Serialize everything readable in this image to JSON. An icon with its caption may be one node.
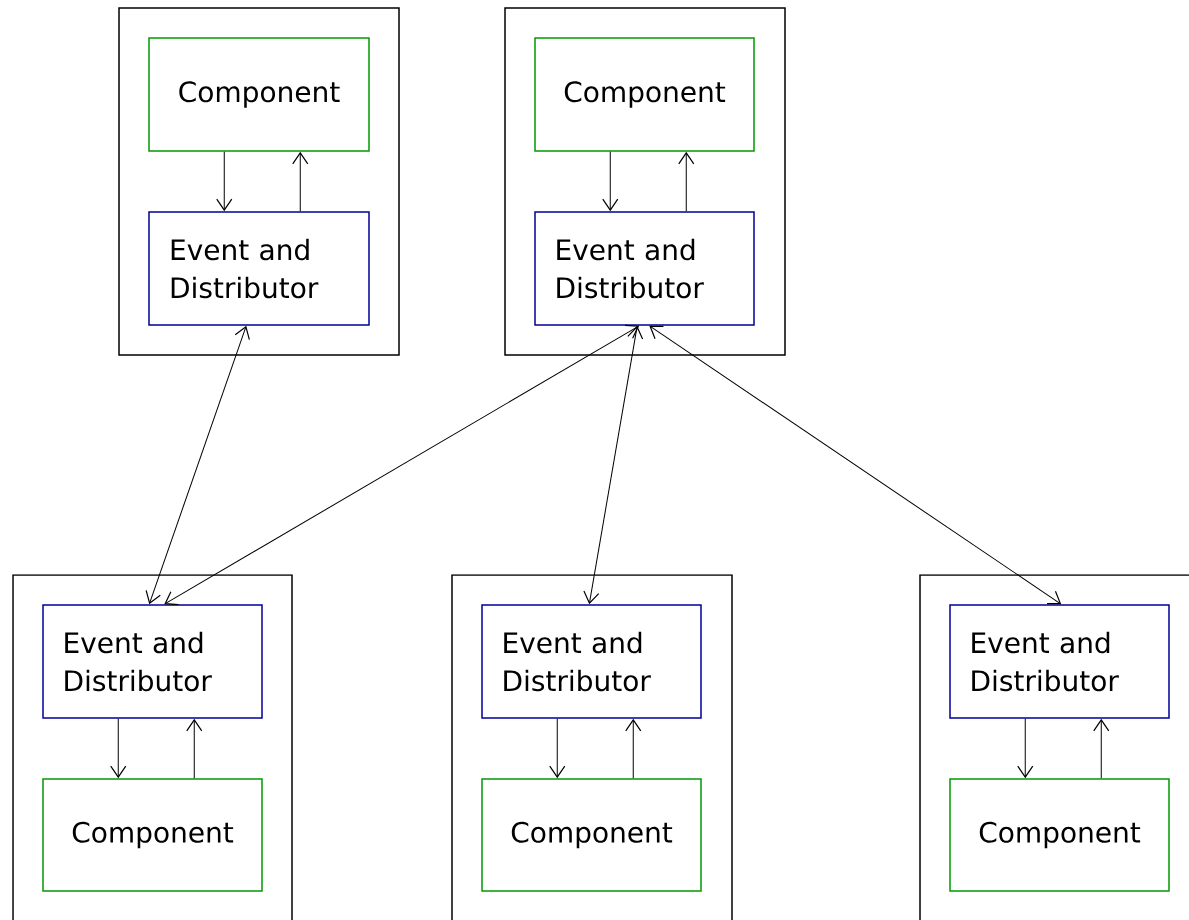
{
  "diagram": {
    "nodes": [
      {
        "text": [],
        "shape": "box"
      },
      {
        "text": [
          "Component"
        ],
        "in": 0
      },
      {
        "text": [
          "Event and Distributor"
        ],
        "in": 0
      },
      {
        "text": [],
        "shape": "box"
      },
      {
        "text": [
          "Component"
        ],
        "in": 3
      },
      {
        "text": [
          "Event and Distributor"
        ],
        "in": 3
      },
      {
        "text": [],
        "shape": "box"
      },
      {
        "text": [
          "Event and Distributor"
        ],
        "in": 6
      },
      {
        "text": [
          "Component"
        ],
        "in": 6
      },
      {
        "text": [],
        "shape": "box"
      },
      {
        "text": [
          "Event and Distributor"
        ],
        "in": 9
      },
      {
        "text": [
          "Component"
        ],
        "in": 9
      },
      {
        "text": [],
        "shape": "box"
      },
      {
        "text": [
          "Event and Distributor"
        ],
        "in": 12
      },
      {
        "text": [
          "Component"
        ],
        "in": 12
      }
    ],
    "edges": [
      {
        "from": 1,
        "to": 2,
        "arrow": "to"
      },
      {
        "from": 2,
        "to": 1,
        "arrow": "to"
      },
      {
        "from": 4,
        "to": 5,
        "arrow": "to"
      },
      {
        "from": 5,
        "to": 4,
        "arrow": "to"
      },
      {
        "from": 7,
        "to": 8,
        "arrow": "to"
      },
      {
        "from": 8,
        "to": 7,
        "arrow": "to"
      },
      {
        "from": 10,
        "to": 11,
        "arrow": "to"
      },
      {
        "from": 11,
        "to": 10,
        "arrow": "to"
      },
      {
        "from": 13,
        "to": 14,
        "arrow": "to"
      },
      {
        "from": 14,
        "to": 13,
        "arrow": "to"
      },
      {
        "from": 2,
        "to": 7,
        "arrow": "both"
      },
      {
        "from": 5,
        "to": 7,
        "arrow": "both"
      },
      {
        "from": 5,
        "to": 10,
        "arrow": "both"
      },
      {
        "from": 5,
        "to": 13,
        "arrow": "both"
      }
    ]
  }
}
